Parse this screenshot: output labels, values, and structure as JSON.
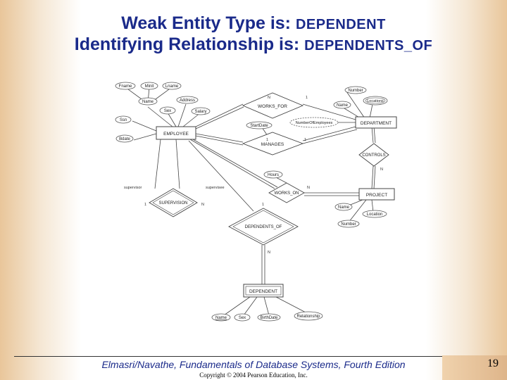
{
  "title_line1": {
    "prefix": "Weak Entity Type is: ",
    "value": "DEPENDENT"
  },
  "title_line2": {
    "prefix": "Identifying Relationship is: ",
    "value": "DEPENDENTS_OF"
  },
  "diagram": {
    "entities": {
      "employee": "EMPLOYEE",
      "department": "DEPARTMENT",
      "project": "PROJECT",
      "dependent": "DEPENDENT"
    },
    "relationships": {
      "works_for": "WORKS_FOR",
      "manages": "MANAGES",
      "controls": "CONTROLS",
      "works_on": "WORKS_ON",
      "supervision": "SUPERVISION",
      "dependents_of": "DEPENDENTS_OF"
    },
    "attributes": {
      "fname": "Fname",
      "minit": "Minit",
      "lname": "Lname",
      "name_emp": "Name",
      "address": "Address",
      "sex_emp": "Sex",
      "salary": "Salary",
      "ssn": "Ssn",
      "bdate": "Bdate",
      "startdate": "StartDate",
      "number_dept": "Number",
      "name_dept": "Name",
      "locations": "Locations",
      "numemployees": "NumberOfEmployees",
      "hours": "Hours",
      "name_proj": "Name",
      "location": "Location",
      "number_proj": "Number",
      "name_dep": "Name",
      "sex_dep": "Sex",
      "birthdate": "BirthDate",
      "relationship": "Relationship"
    },
    "role_labels": {
      "supervisor": "supervisor",
      "supervisee": "supervisee"
    },
    "cardinalities": {
      "wf_n": "N",
      "wf_1": "1",
      "man_1a": "1",
      "man_1b": "1",
      "ctl_n": "N",
      "won_n": "N",
      "sup_1": "1",
      "sup_n": "N",
      "dep_1": "1",
      "dep_n": "N"
    }
  },
  "footer": {
    "book": "Elmasri/Navathe, Fundamentals of Database Systems, Fourth Edition",
    "copyright": "Copyright © 2004 Pearson Education, Inc.",
    "page": "19"
  }
}
